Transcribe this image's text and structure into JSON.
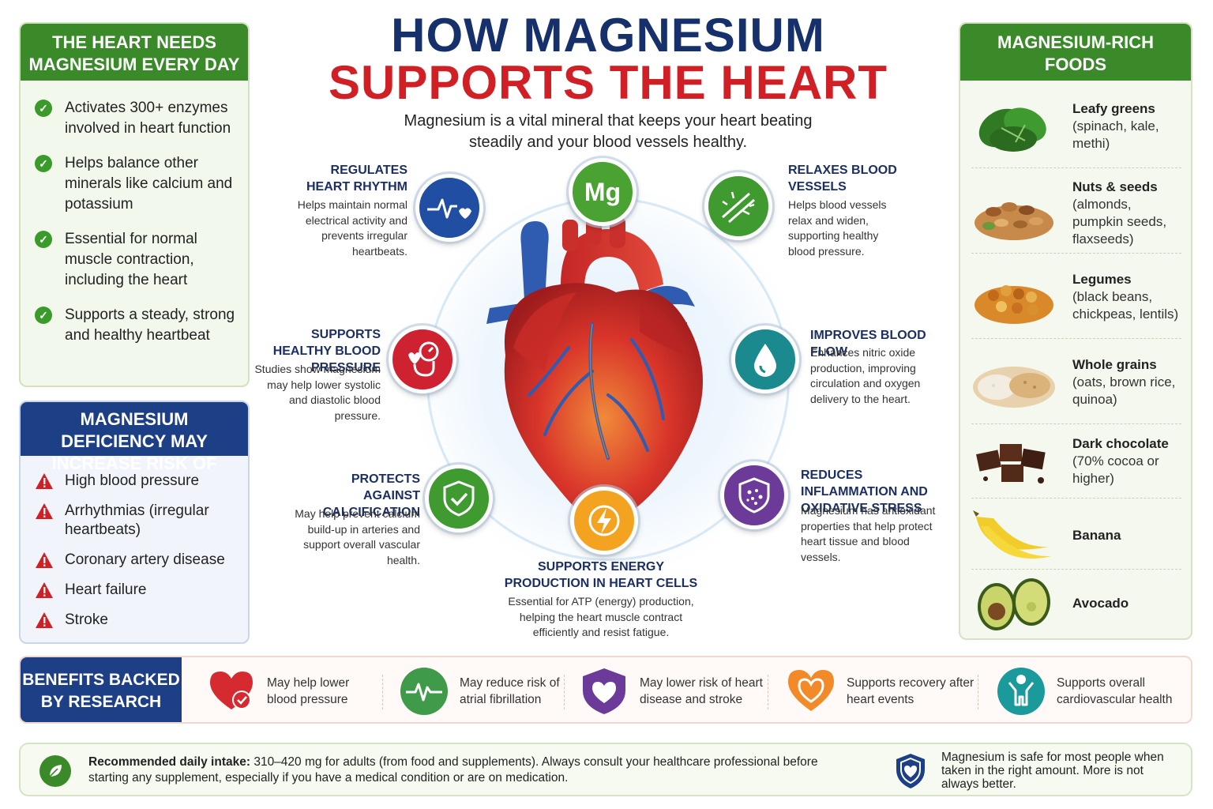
{
  "title": {
    "line1": "HOW MAGNESIUM",
    "line2": "SUPPORTS THE HEART",
    "subtitle": "Magnesium is a vital mineral that keeps your heart beating steadily and your blood vessels healthy."
  },
  "needs_panel": {
    "heading": "THE HEART NEEDS MAGNESIUM EVERY DAY",
    "items": [
      "Activates 300+ enzymes involved in heart function",
      "Helps balance other minerals like calcium and potassium",
      "Essential for normal muscle contraction, including the heart",
      "Supports a steady, strong and healthy heartbeat"
    ]
  },
  "deficiency_panel": {
    "heading": "MAGNESIUM DEFICIENCY MAY INCREASE RISK OF",
    "items": [
      "High blood pressure",
      "Arrhythmias (irregular heartbeats)",
      "Coronary artery disease",
      "Heart failure",
      "Stroke"
    ]
  },
  "center": {
    "mg_symbol": "Mg",
    "benefits": {
      "rhythm": {
        "title": "REGULATES HEART RHYTHM",
        "desc": "Helps maintain normal electrical activity and prevents irregular heartbeats."
      },
      "pressure": {
        "title": "SUPPORTS HEALTHY BLOOD PRESSURE",
        "desc": "Studies show magnesium may help lower systolic and diastolic blood pressure."
      },
      "calcification": {
        "title": "PROTECTS AGAINST CALCIFICATION",
        "desc": "May help prevent calcium build-up in arteries and support overall vascular health."
      },
      "energy": {
        "title": "SUPPORTS ENERGY PRODUCTION IN HEART CELLS",
        "desc": "Essential for ATP (energy) production, helping the heart muscle contract efficiently and resist fatigue."
      },
      "relax": {
        "title": "RELAXES BLOOD VESSELS",
        "desc": "Helps blood vessels relax and widen, supporting healthy blood pressure."
      },
      "flow": {
        "title": "IMPROVES BLOOD FLOW",
        "desc": "Enhances nitric oxide production, improving circulation and oxygen delivery to the heart."
      },
      "inflammation": {
        "title": "REDUCES INFLAMMATION AND OXIDATIVE STRESS",
        "desc": "Magnesium has antioxidant properties that help protect heart tissue and blood vessels."
      }
    }
  },
  "foods_panel": {
    "heading": "MAGNESIUM-RICH FOODS",
    "items": [
      {
        "name": "Leafy greens",
        "detail": "(spinach, kale, methi)"
      },
      {
        "name": "Nuts & seeds",
        "detail": "(almonds, pumpkin seeds, flaxseeds)"
      },
      {
        "name": "Legumes",
        "detail": "(black beans, chickpeas, lentils)"
      },
      {
        "name": "Whole grains",
        "detail": "(oats, brown rice, quinoa)"
      },
      {
        "name": "Dark chocolate",
        "detail": "(70% cocoa or higher)"
      },
      {
        "name": "Banana",
        "detail": ""
      },
      {
        "name": "Avocado",
        "detail": ""
      }
    ]
  },
  "research": {
    "heading": "BENEFITS BACKED BY RESEARCH",
    "items": [
      "May help lower blood pressure",
      "May reduce risk of atrial fibrillation",
      "May lower risk of heart disease and stroke",
      "Supports recovery after heart events",
      "Supports overall cardiovascular health"
    ]
  },
  "footer": {
    "label": "Recommended daily intake:",
    "text": " 310–420 mg for adults (from food and supplements). Always consult your healthcare professional before starting any supplement, especially if you have a medical condition or are on medication.",
    "safe_note": "Magnesium is safe for most people when taken in the right amount. More is not always better."
  },
  "colors": {
    "navy": "#16306b",
    "red": "#d11f26",
    "green": "#3a8a2a",
    "blue_header": "#1d3f86"
  }
}
